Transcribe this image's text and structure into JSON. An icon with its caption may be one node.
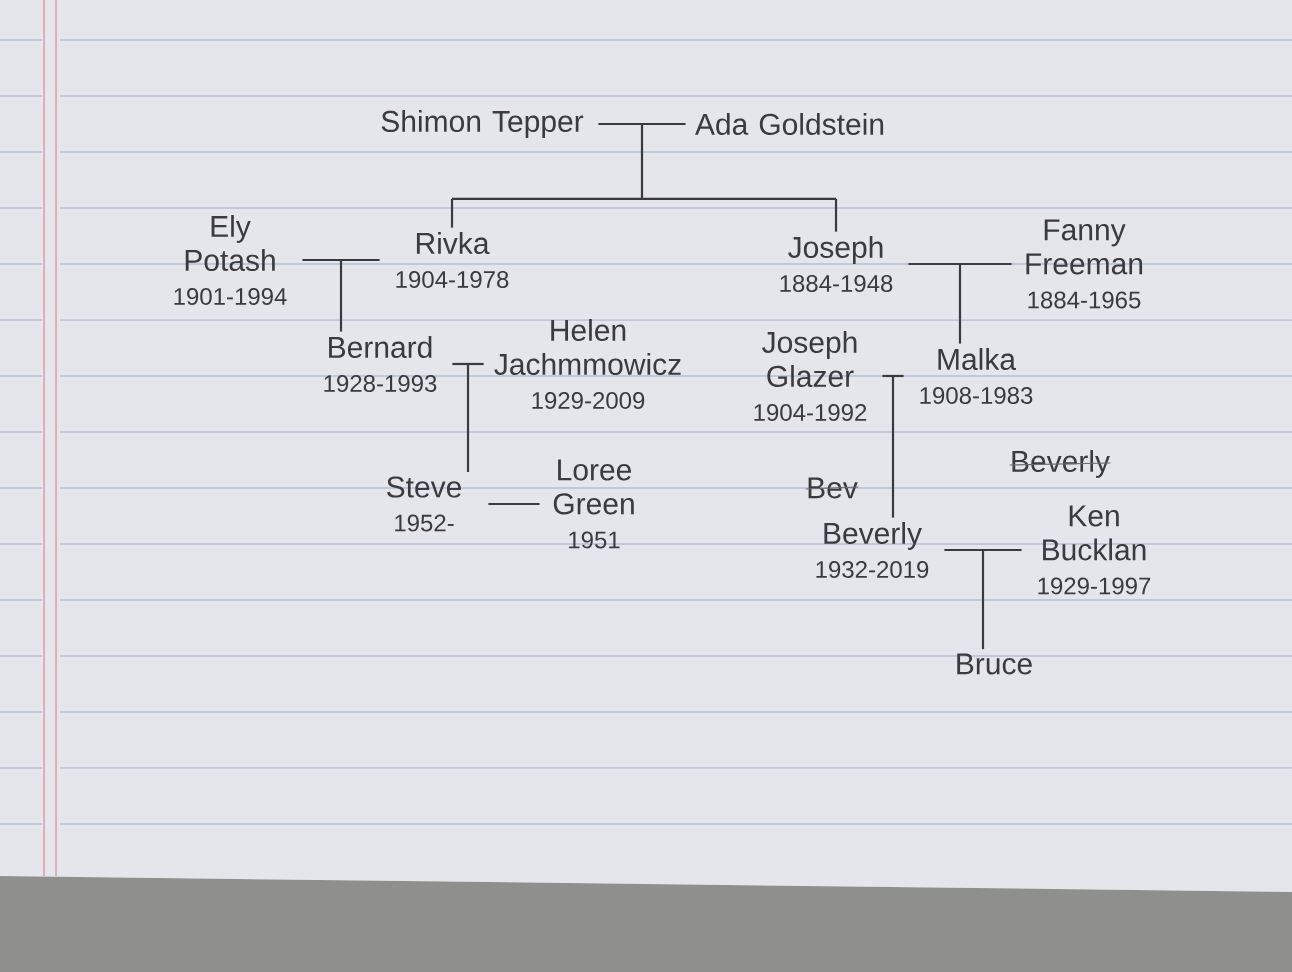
{
  "diagram": {
    "nodes": [
      {
        "text": [
          "Shimon Tepper"
        ]
      },
      {
        "text": [
          "Ada Goldstein"
        ]
      },
      {
        "text": [
          "Ely Potash",
          "1901-1994"
        ]
      },
      {
        "text": [
          "Rivka",
          "1904-1978"
        ]
      },
      {
        "text": [
          "Joseph",
          "1884-1948"
        ]
      },
      {
        "text": [
          "Fanny Freeman",
          "1884-1965"
        ]
      },
      {
        "text": [
          "Helen Jachmmowicz",
          "1929-2009"
        ]
      },
      {
        "text": [
          "Bernard",
          "1928-1993"
        ]
      },
      {
        "text": [
          "Joseph Glazer",
          "1904-1992"
        ]
      },
      {
        "text": [
          "Malka",
          "1908-1983"
        ]
      },
      {
        "text": [
          "Steve",
          "1952-"
        ]
      },
      {
        "text": [
          "Loree Green",
          "1951"
        ]
      },
      {
        "text": [
          "Beverly",
          "1932-2019"
        ]
      },
      {
        "text": [
          "Ken Bucklan",
          "1929-1997"
        ]
      },
      {
        "text": [
          "Bruce"
        ]
      }
    ],
    "edges": [
      {
        "from": 0,
        "to": 1,
        "arrow": "none"
      },
      {
        "from": 0,
        "to": 3,
        "arrow": "none"
      },
      {
        "from": 0,
        "to": 4,
        "arrow": "none"
      },
      {
        "from": 1,
        "to": 3,
        "arrow": "none"
      },
      {
        "from": 1,
        "to": 4,
        "arrow": "none"
      },
      {
        "from": 2,
        "to": 3,
        "arrow": "none"
      },
      {
        "from": 2,
        "to": 7,
        "arrow": "none"
      },
      {
        "from": 3,
        "to": 7,
        "arrow": "none"
      },
      {
        "from": 4,
        "to": 5,
        "arrow": "none"
      },
      {
        "from": 4,
        "to": 9,
        "arrow": "none"
      },
      {
        "from": 5,
        "to": 9,
        "arrow": "none"
      },
      {
        "from": 7,
        "to": 6,
        "arrow": "none"
      },
      {
        "from": 7,
        "to": 10,
        "arrow": "none"
      },
      {
        "from": 6,
        "to": 10,
        "arrow": "none"
      },
      {
        "from": 8,
        "to": 9,
        "arrow": "none"
      },
      {
        "from": 8,
        "to": 12,
        "arrow": "none"
      },
      {
        "from": 9,
        "to": 12,
        "arrow": "none"
      },
      {
        "from": 10,
        "to": 11,
        "arrow": "none"
      },
      {
        "from": 12,
        "to": 13,
        "arrow": "none"
      },
      {
        "from": 12,
        "to": 14,
        "arrow": "none"
      },
      {
        "from": 13,
        "to": 14,
        "arrow": "none"
      }
    ],
    "labels": [
      "Bev",
      "Beverly"
    ]
  }
}
